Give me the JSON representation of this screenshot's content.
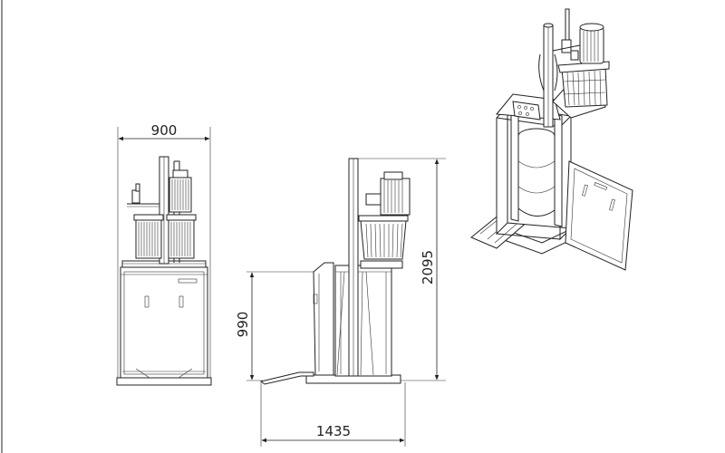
{
  "dimensions": {
    "front_width": "900",
    "side_height_total": "2095",
    "side_height_door": "990",
    "side_depth": "1435"
  }
}
